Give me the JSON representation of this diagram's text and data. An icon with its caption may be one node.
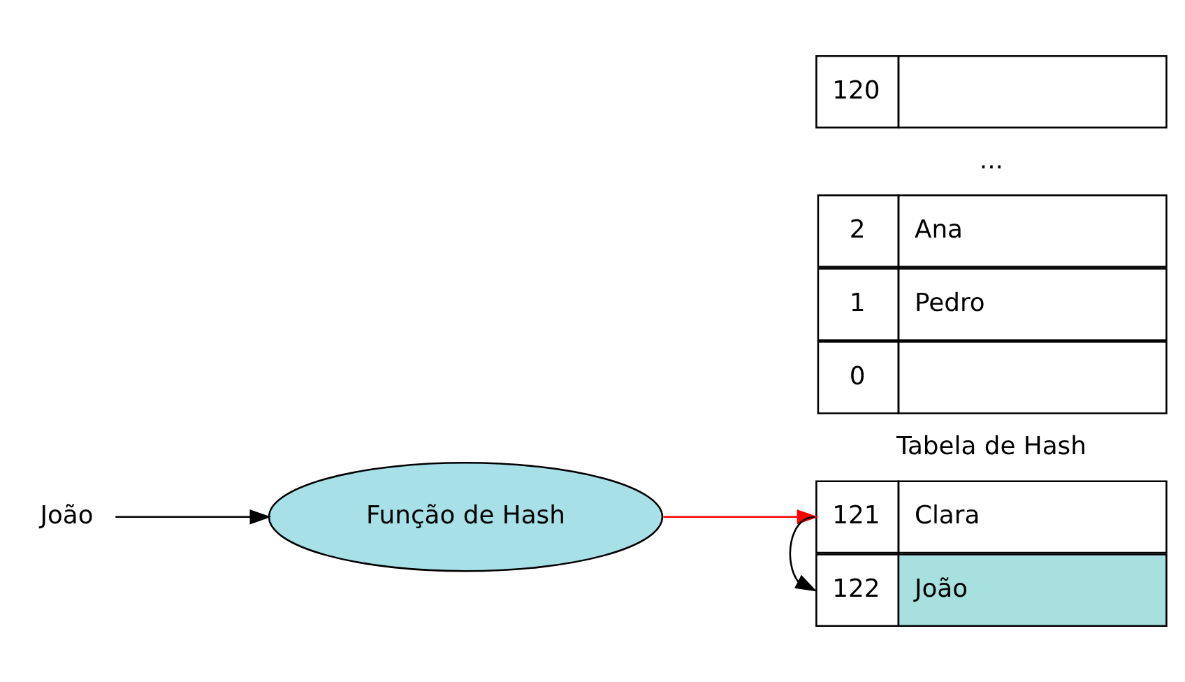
{
  "diagram": {
    "nodes": [
      {
        "text": [
          "João"
        ]
      },
      {
        "text": [
          "Função de Hash"
        ]
      },
      {
        "text": [
          "0"
        ]
      },
      {
        "text": [
          "1",
          "Pedro"
        ]
      },
      {
        "text": [
          "2",
          "Ana"
        ]
      },
      {
        "text": [
          "120"
        ]
      },
      {
        "text": [
          "121",
          "Clara"
        ]
      },
      {
        "text": [
          "122",
          "João"
        ]
      }
    ],
    "edges": [
      {
        "from": 0,
        "to": 1,
        "arrow": "to"
      },
      {
        "from": 1,
        "to": 6,
        "arrow": "to",
        "color": "#ff0000"
      },
      {
        "from": 6,
        "to": 7,
        "arrow": "to"
      }
    ],
    "labels": [
      "Tabela de Hash",
      "..."
    ]
  }
}
